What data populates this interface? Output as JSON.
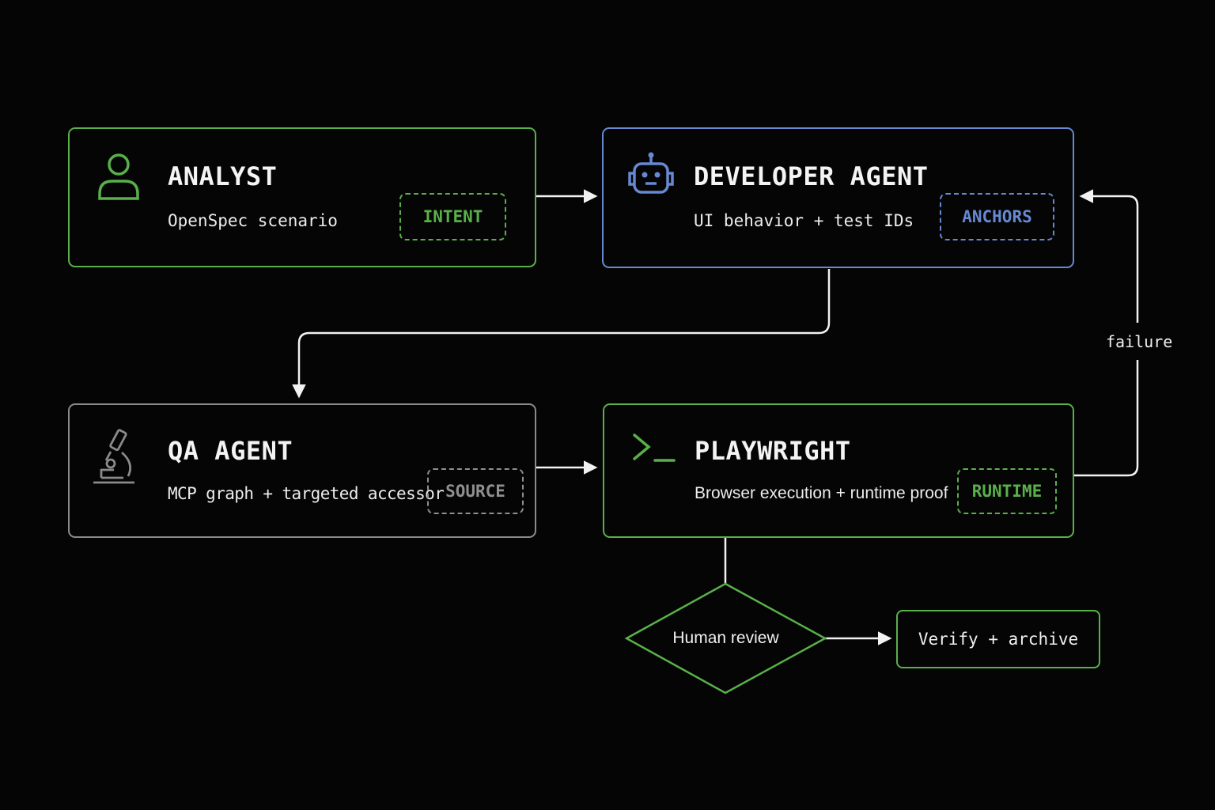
{
  "colors": {
    "background": "#050505",
    "green": "#59b04a",
    "blue": "#6689d1",
    "gray": "#8a8a8a",
    "arrow": "#f2f2f2"
  },
  "analyst": {
    "icon": "person-icon",
    "title": "ANALYST",
    "subtitle": "OpenSpec scenario",
    "tag": "INTENT"
  },
  "developer": {
    "icon": "robot-icon",
    "title": "DEVELOPER AGENT",
    "subtitle": "UI behavior + test IDs",
    "tag": "ANCHORS"
  },
  "qa": {
    "icon": "microscope-icon",
    "title": "QA AGENT",
    "subtitle": "MCP graph + targeted accessor",
    "tag": "SOURCE"
  },
  "playwright": {
    "icon": "terminal-icon",
    "title": "PLAYWRIGHT",
    "subtitle": "Browser execution + runtime proof",
    "tag": "RUNTIME"
  },
  "failure_label": "failure",
  "review": {
    "label": "Human review"
  },
  "verify": {
    "label": "Verify + archive"
  }
}
